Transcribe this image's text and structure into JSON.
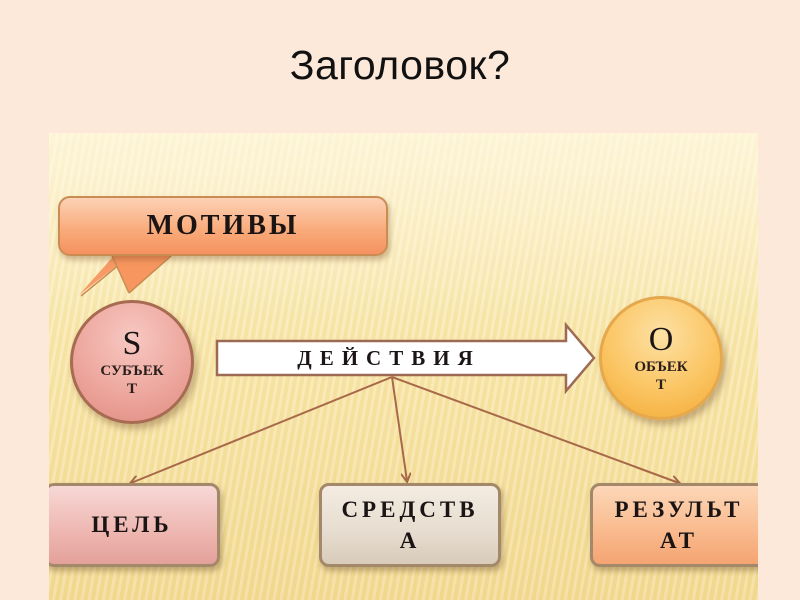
{
  "slide": {
    "title": "Заголовок?"
  },
  "diagram": {
    "motives": {
      "label": "МОТИВЫ"
    },
    "subject": {
      "letter": "S",
      "word_line1": "СУБЪЕК",
      "word_line2": "Т"
    },
    "action_arrow": {
      "label": "ДЕЙСТВИЯ"
    },
    "object": {
      "letter": "O",
      "word_line1": "ОБЪЕК",
      "word_line2": "Т"
    },
    "outcomes": [
      {
        "line1": "ЦЕЛЬ",
        "line2": ""
      },
      {
        "line1": "СРЕДСТВ",
        "line2": "А"
      },
      {
        "line1": "РЕЗУЛЬТ",
        "line2": "АТ"
      }
    ],
    "colors": {
      "slide_background": "#fde9da",
      "motives_fill": "#f9a978",
      "subject_fill": "#eda79e",
      "object_fill": "#fbc563",
      "goal_fill": "#eeb6b0",
      "means_fill": "#e6dccf",
      "result_fill": "#f9b98c",
      "connector": "#a8694a"
    }
  }
}
